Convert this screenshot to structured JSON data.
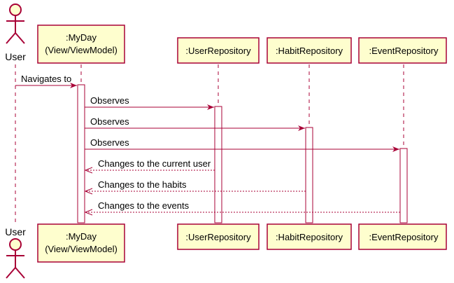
{
  "actor": {
    "name": "User"
  },
  "participants": [
    {
      "id": "myday",
      "line1": ":MyDay",
      "line2": "(View/ViewModel)"
    },
    {
      "id": "user_repo",
      "line1": ":UserRepository",
      "line2": ""
    },
    {
      "id": "habit_repo",
      "line1": ":HabitRepository",
      "line2": ""
    },
    {
      "id": "event_repo",
      "line1": ":EventRepository",
      "line2": ""
    }
  ],
  "messages": [
    {
      "from": "user",
      "to": "myday",
      "label": "Navigates to",
      "style": "solid"
    },
    {
      "from": "myday",
      "to": "user_repo",
      "label": "Observes",
      "style": "solid"
    },
    {
      "from": "myday",
      "to": "habit_repo",
      "label": "Observes",
      "style": "solid"
    },
    {
      "from": "myday",
      "to": "event_repo",
      "label": "Observes",
      "style": "solid"
    },
    {
      "from": "user_repo",
      "to": "myday",
      "label": "Changes to the current user",
      "style": "dashed"
    },
    {
      "from": "habit_repo",
      "to": "myday",
      "label": "Changes to the habits",
      "style": "dashed"
    },
    {
      "from": "event_repo",
      "to": "myday",
      "label": "Changes to the events",
      "style": "dashed"
    }
  ],
  "colors": {
    "border": "#a80036",
    "box_fill": "#fefece"
  }
}
